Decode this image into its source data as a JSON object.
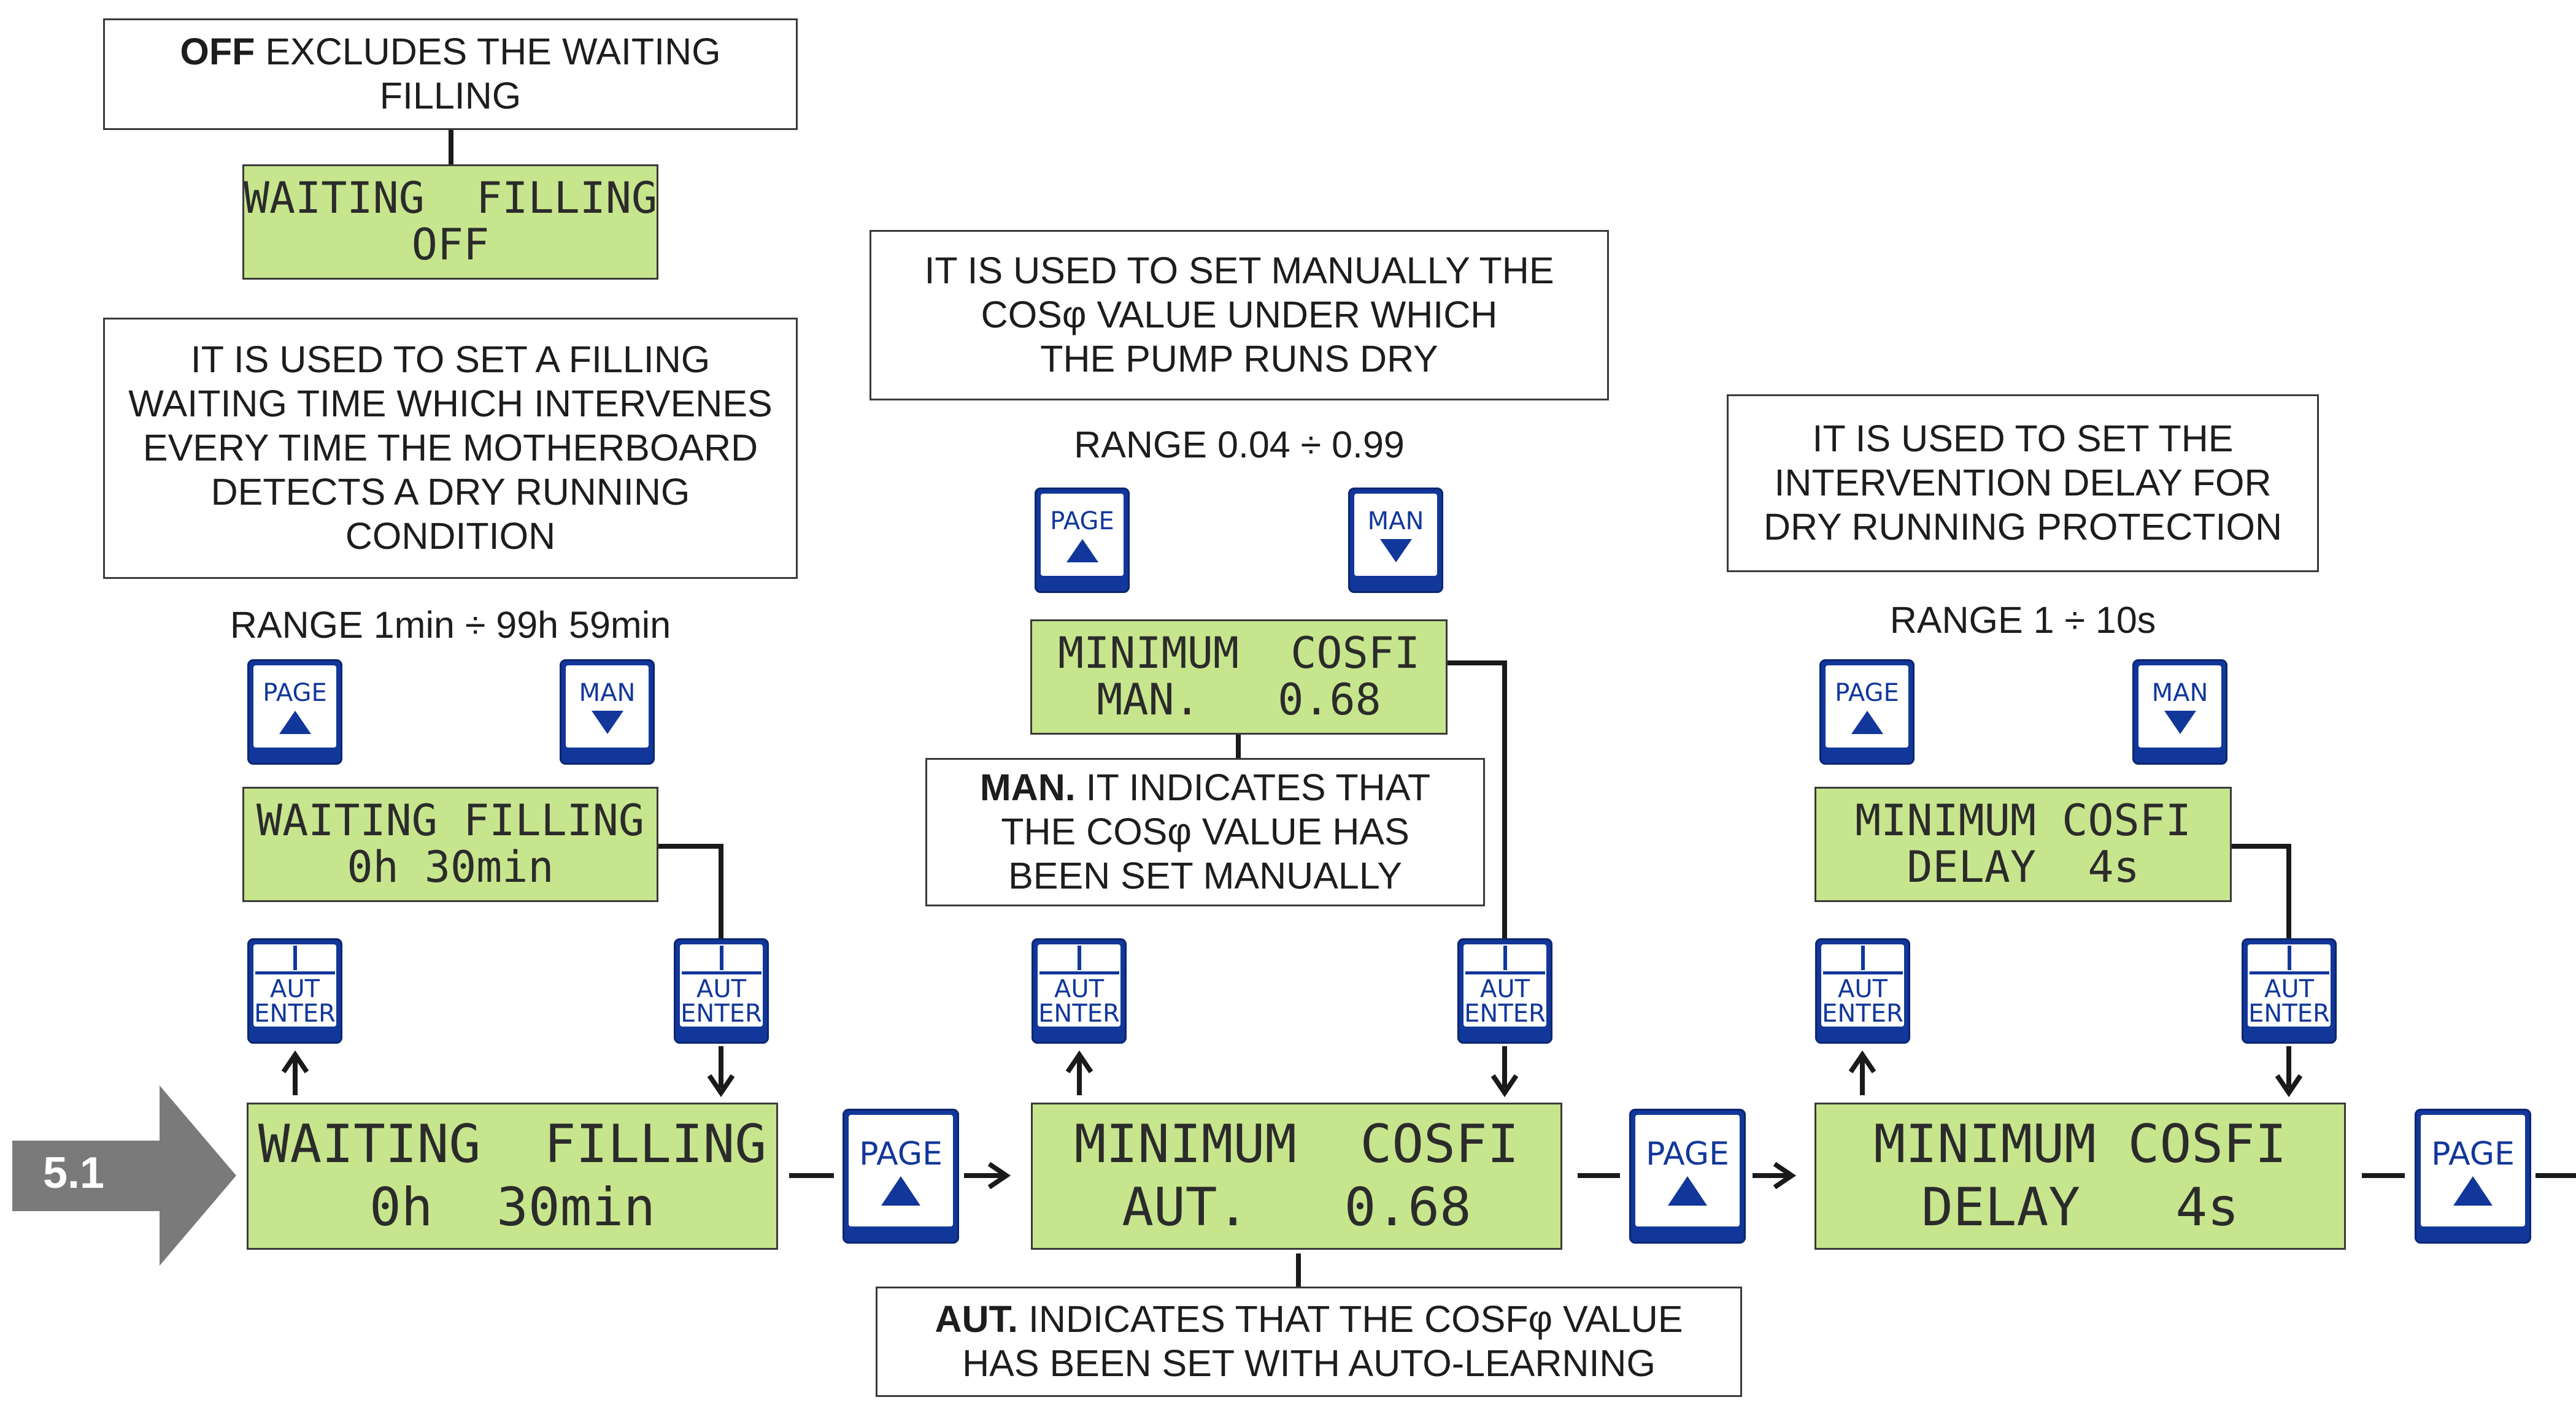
{
  "step": {
    "label": "5.1"
  },
  "waiting_filling": {
    "off_note": {
      "bold": "OFF",
      "text": " EXCLUDES THE WAITING",
      "line2": "FILLING"
    },
    "off_display": {
      "line1": "WAITING  FILLING",
      "line2": "OFF"
    },
    "description": [
      "IT IS USED TO SET A FILLING",
      "WAITING TIME WHICH INTERVENES",
      "EVERY TIME THE MOTHERBOARD",
      "DETECTS A DRY RUNNING",
      "CONDITION"
    ],
    "range": "RANGE 1min ÷ 99h 59min",
    "edit_display": {
      "line1": "WAITING FILLING",
      "line2": "0h 30min"
    },
    "main_display": {
      "line1": "WAITING  FILLING",
      "line2": "0h  30min"
    }
  },
  "minimum_cosfi": {
    "description": [
      "IT IS USED TO SET MANUALLY THE",
      "COSφ VALUE UNDER WHICH",
      "THE PUMP RUNS DRY"
    ],
    "range": "RANGE 0.04 ÷ 0.99",
    "man_display": {
      "line1": "MINIMUM  COSFI",
      "line2": "MAN.   0.68"
    },
    "man_note": {
      "bold": "MAN.",
      "text": " IT INDICATES THAT",
      "line2": "THE COSφ VALUE HAS",
      "line3": "BEEN SET MANUALLY"
    },
    "main_display": {
      "line1": "MINIMUM  COSFI",
      "line2": "AUT.   0.68"
    },
    "aut_note": {
      "bold": "AUT.",
      "text": " INDICATES THAT THE COSFφ VALUE",
      "line2": "HAS BEEN SET WITH AUTO-LEARNING"
    }
  },
  "cosfi_delay": {
    "description": [
      "IT IS USED TO SET THE",
      "INTERVENTION DELAY FOR",
      "DRY RUNNING PROTECTION"
    ],
    "range": "RANGE 1 ÷ 10s",
    "edit_display": {
      "line1": "MINIMUM COSFI",
      "line2": "DELAY  4s"
    },
    "main_display": {
      "line1": "MINIMUM COSFI",
      "line2": "DELAY   4s"
    }
  },
  "keys": {
    "page": "PAGE",
    "man": "MAN",
    "aut": "AUT",
    "enter": "ENTER",
    "one": "I"
  },
  "colors": {
    "lcd_green": "#c7e58d",
    "key_blue": "#12379a",
    "step_arrow": "#7a7a7a",
    "line": "#1a1a1a"
  }
}
